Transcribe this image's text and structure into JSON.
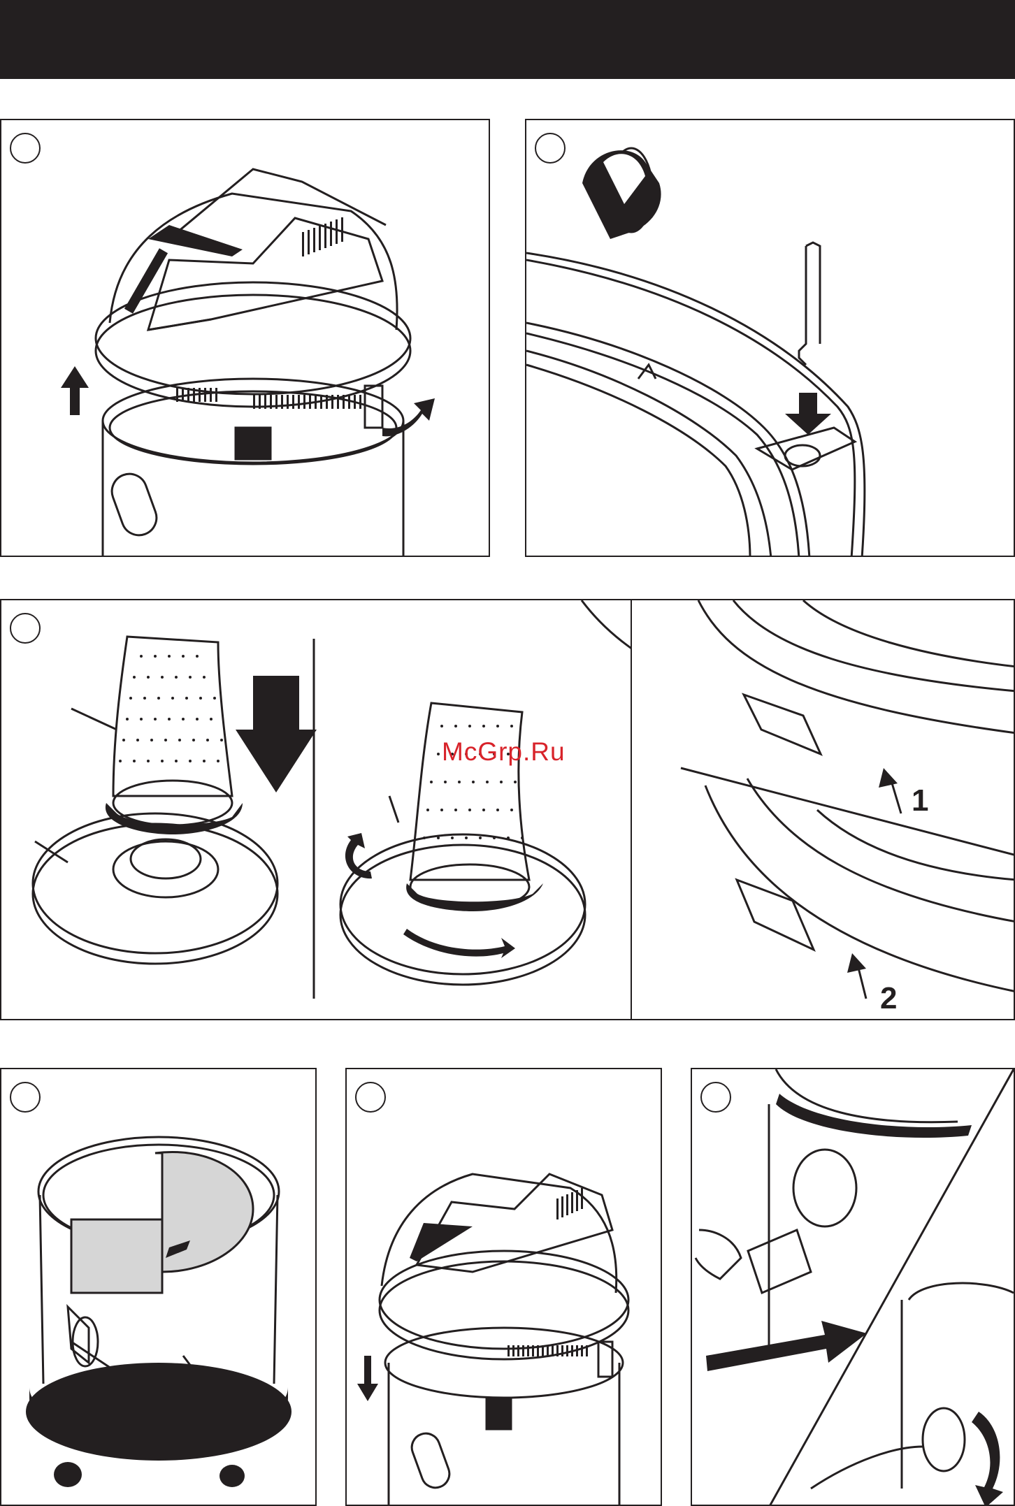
{
  "watermark": {
    "text": "McGrp.Ru",
    "color": "#d8232a"
  },
  "callouts": {
    "one": "1",
    "two": "2"
  },
  "colors": {
    "ink": "#231f20",
    "paper": "#ffffff",
    "shade": "#d6d6d6"
  }
}
